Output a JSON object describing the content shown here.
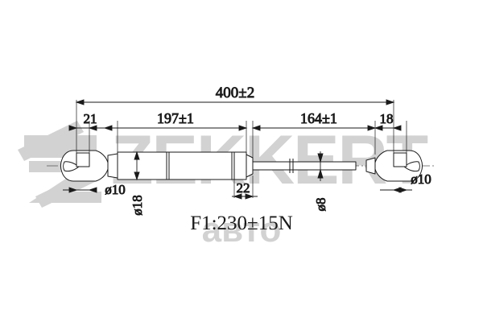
{
  "drawing": {
    "title": "Gas spring technical drawing",
    "background_color": "#ffffff",
    "line_color": "#1a1a1a",
    "watermark_color": "#d2d2d2"
  },
  "dimensions": {
    "overall_length": "400±2",
    "left_end_fitting": "21",
    "cylinder_length": "197±1",
    "rod_length": "164±1",
    "right_end_fitting": "18",
    "left_bore_diameter": "ø10",
    "cylinder_diameter": "ø18",
    "collar_width": "22",
    "rod_diameter": "ø8",
    "right_bore_diameter": "ø10"
  },
  "specification": {
    "force_label": "F1:230±15N"
  },
  "watermark": {
    "brand": "ZEKKERT",
    "sub": "авто"
  }
}
